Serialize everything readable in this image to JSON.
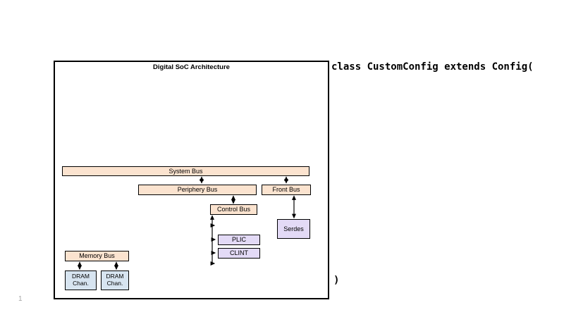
{
  "page": {
    "number": "1"
  },
  "code": {
    "header": "class CustomConfig extends Config(",
    "footer": ")"
  },
  "diagram": {
    "title": "Digital SoC Architecture",
    "colors": {
      "bus_fill": "#FBE3CF",
      "device_fill": "#E3DAF6",
      "memory_fill": "#D7E4F0",
      "border": "#000000",
      "frame_border": "#000000"
    },
    "nodes": [
      {
        "id": "system-bus",
        "label": "System Bus",
        "kind": "bus"
      },
      {
        "id": "periphery-bus",
        "label": "Periphery Bus",
        "kind": "bus"
      },
      {
        "id": "front-bus",
        "label": "Front Bus",
        "kind": "bus"
      },
      {
        "id": "control-bus",
        "label": "Control Bus",
        "kind": "bus"
      },
      {
        "id": "serdes",
        "label": "Serdes",
        "kind": "device"
      },
      {
        "id": "plic",
        "label": "PLIC",
        "kind": "device"
      },
      {
        "id": "clint",
        "label": "CLINT",
        "kind": "device"
      },
      {
        "id": "memory-bus",
        "label": "Memory Bus",
        "kind": "bus"
      },
      {
        "id": "dram-chan-0",
        "label": "DRAM\nChan.",
        "kind": "memory"
      },
      {
        "id": "dram-chan-1",
        "label": "DRAM\nChan.",
        "kind": "memory"
      }
    ],
    "edges": [
      {
        "from": "system-bus",
        "to": "periphery-bus",
        "type": "bidirectional-arrow"
      },
      {
        "from": "system-bus",
        "to": "front-bus",
        "type": "bidirectional-arrow"
      },
      {
        "from": "periphery-bus",
        "to": "control-bus",
        "type": "bidirectional-arrow"
      },
      {
        "from": "front-bus",
        "to": "serdes",
        "type": "bidirectional-arrow"
      },
      {
        "from": "control-bus",
        "to": "stub-upper",
        "type": "arrow"
      },
      {
        "from": "control-bus",
        "to": "plic",
        "type": "arrow"
      },
      {
        "from": "control-bus",
        "to": "clint",
        "type": "arrow"
      },
      {
        "from": "control-bus",
        "to": "stub-lower",
        "type": "arrow"
      },
      {
        "from": "memory-bus",
        "to": "dram-chan-0",
        "type": "bidirectional-arrow"
      },
      {
        "from": "memory-bus",
        "to": "dram-chan-1",
        "type": "bidirectional-arrow"
      }
    ]
  }
}
